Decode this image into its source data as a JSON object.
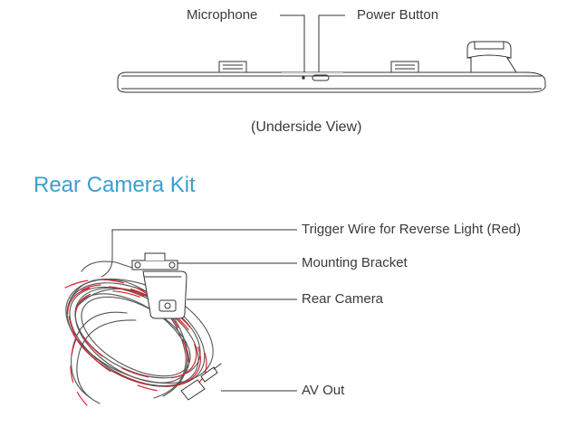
{
  "top_diagram": {
    "labels": {
      "microphone": "Microphone",
      "power_button": "Power Button"
    },
    "caption": "(Underside View)"
  },
  "section": {
    "title": "Rear Camera Kit",
    "title_color": "#3a9fd0"
  },
  "rear_kit": {
    "labels": {
      "trigger_wire": "Trigger Wire for Reverse Light (Red)",
      "mounting_bracket": "Mounting Bracket",
      "rear_camera": "Rear Camera",
      "av_out": "AV Out"
    },
    "wire_color": "#d9232e"
  }
}
